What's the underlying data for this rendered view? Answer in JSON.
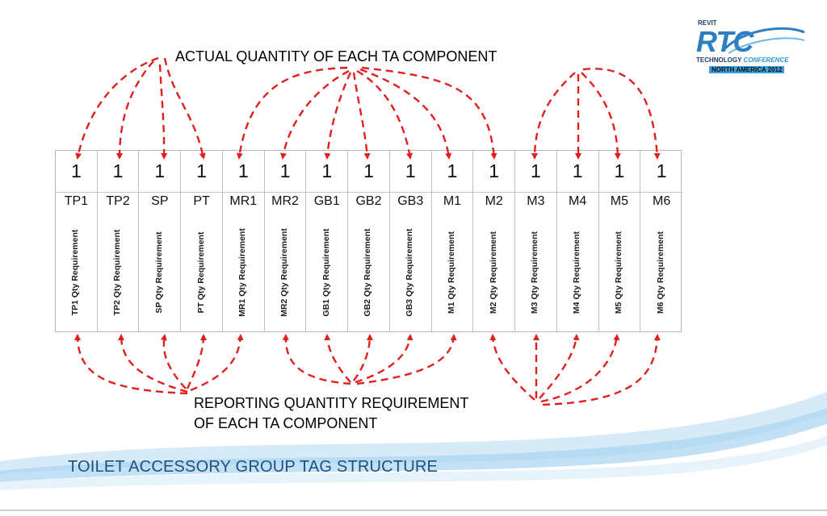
{
  "top_annotation": "ACTUAL QUANTITY OF EACH TA COMPONENT",
  "bottom_annotation": {
    "line1": "REPORTING QUANTITY REQUIREMENT",
    "line2": "OF EACH TA COMPONENT"
  },
  "slide_title": "TOILET ACCESSORY GROUP TAG STRUCTURE",
  "logo": {
    "top": "REVIT",
    "mark": "RTC",
    "line_a": "TECHNOLOGY",
    "line_b": "CONFERENCE",
    "line_c": "NORTH AMERICA 2012"
  },
  "arrow_color": "#e01f1f",
  "title_color": "#1f4f7e",
  "components": [
    {
      "code": "TP1",
      "qty": "1",
      "requirement": "TP1 Qty Requirement"
    },
    {
      "code": "TP2",
      "qty": "1",
      "requirement": "TP2 Qty Requirement"
    },
    {
      "code": "SP",
      "qty": "1",
      "requirement": "SP Qty Requirement"
    },
    {
      "code": "PT",
      "qty": "1",
      "requirement": "PT Qty Requirement"
    },
    {
      "code": "MR1",
      "qty": "1",
      "requirement": "MR1 Qty Requirement"
    },
    {
      "code": "MR2",
      "qty": "1",
      "requirement": "MR2 Qty Requirement"
    },
    {
      "code": "GB1",
      "qty": "1",
      "requirement": "GB1 Qty Requirement"
    },
    {
      "code": "GB2",
      "qty": "1",
      "requirement": "GB2 Qty Requirement"
    },
    {
      "code": "GB3",
      "qty": "1",
      "requirement": "GB3 Qty Requirement"
    },
    {
      "code": "M1",
      "qty": "1",
      "requirement": "M1 Qty Requirement"
    },
    {
      "code": "M2",
      "qty": "1",
      "requirement": "M2 Qty Requirement"
    },
    {
      "code": "M3",
      "qty": "1",
      "requirement": "M3 Qty Requirement"
    },
    {
      "code": "M4",
      "qty": "1",
      "requirement": "M4 Qty Requirement"
    },
    {
      "code": "M5",
      "qty": "1",
      "requirement": "M5 Qty Requirement"
    },
    {
      "code": "M6",
      "qty": "1",
      "requirement": "M6 Qty Requirement"
    }
  ]
}
